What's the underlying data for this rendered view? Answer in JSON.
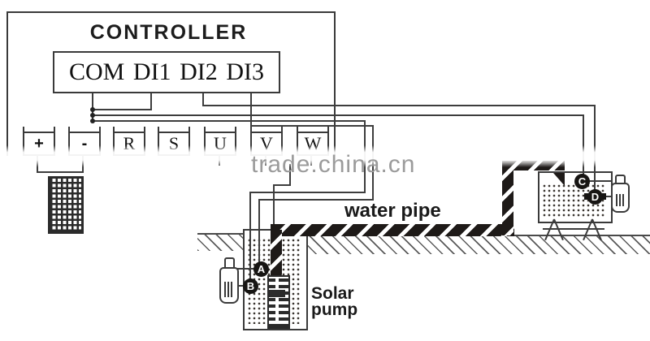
{
  "controller": {
    "title": "CONTROLLER",
    "io_terminals": [
      "COM",
      "DI1",
      "DI2",
      "DI3"
    ],
    "power_terminals": [
      "+",
      "-",
      "R",
      "S",
      "U",
      "V",
      "W"
    ]
  },
  "labels": {
    "water_pipe": "water pipe",
    "solar_pump_line1": "Solar",
    "solar_pump_line2": "pump"
  },
  "floats": {
    "well": [
      "A",
      "B"
    ],
    "tank": [
      "C",
      "D"
    ]
  },
  "watermark": "trade.china.cn",
  "colors": {
    "line": "#3d3d3d",
    "pipe_black": "#1e1a18",
    "watermark_gray": "#9b9b9b"
  }
}
